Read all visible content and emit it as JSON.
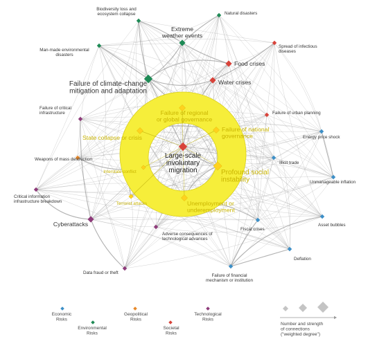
{
  "colors": {
    "economic": "#3d8fc7",
    "geopolitical": "#e8892a",
    "technological": "#8e3b7a",
    "environmental": "#1e8a55",
    "societal": "#d8433a",
    "highlight": "#ffd21f",
    "ring": "#f6ee3a",
    "edge": "#9a9a9a"
  },
  "nodes": [
    {
      "id": "biodiversity",
      "label": [
        "Biodiversity loss and",
        "ecosystem collapse"
      ],
      "cat": "environmental",
      "size": "sm"
    },
    {
      "id": "natural",
      "label": [
        "Natural disasters"
      ],
      "cat": "environmental",
      "size": "sm"
    },
    {
      "id": "extreme",
      "label": [
        "Extreme",
        "weather events"
      ],
      "cat": "environmental",
      "size": "md"
    },
    {
      "id": "manmade",
      "label": [
        "Man-made environmental",
        "disasters"
      ],
      "cat": "environmental",
      "size": "sm"
    },
    {
      "id": "infectious",
      "label": [
        "Spread of infectious",
        "diseases"
      ],
      "cat": "societal",
      "size": "sm"
    },
    {
      "id": "food",
      "label": [
        "Food crises"
      ],
      "cat": "societal",
      "size": "md"
    },
    {
      "id": "climate",
      "label": [
        "Failure of climate-change",
        "mitigation and adaptation"
      ],
      "cat": "environmental",
      "size": "lg"
    },
    {
      "id": "water",
      "label": [
        "Water crises"
      ],
      "cat": "societal",
      "size": "md"
    },
    {
      "id": "critinfra",
      "label": [
        "Failure of critical",
        "infrastructure"
      ],
      "cat": "technological",
      "size": "sm"
    },
    {
      "id": "urban",
      "label": [
        "Failure of urban planning"
      ],
      "cat": "societal",
      "size": "sm"
    },
    {
      "id": "regional",
      "label": [
        "Failure of regional",
        "or global governance"
      ],
      "cat": "geopolitical",
      "size": "md",
      "hl": true
    },
    {
      "id": "national",
      "label": [
        "Failure of national",
        "governance"
      ],
      "cat": "geopolitical",
      "size": "md",
      "hl": true
    },
    {
      "id": "energy",
      "label": [
        "Energy price shock"
      ],
      "cat": "economic",
      "size": "sm"
    },
    {
      "id": "statecollapse",
      "label": [
        "State collapse or crisis"
      ],
      "cat": "geopolitical",
      "size": "md",
      "hl": true
    },
    {
      "id": "wmd",
      "label": [
        "Weapons of mass destruction"
      ],
      "cat": "geopolitical",
      "size": "sm"
    },
    {
      "id": "migration",
      "label": [
        "Large-scale",
        "involuntary",
        "migration"
      ],
      "cat": "societal",
      "size": "lg"
    },
    {
      "id": "illicit",
      "label": [
        "Illicit trade"
      ],
      "cat": "economic",
      "size": "sm"
    },
    {
      "id": "interstate",
      "label": [
        "Interstate conflict"
      ],
      "cat": "geopolitical",
      "size": "sm",
      "hl": true
    },
    {
      "id": "instability",
      "label": [
        "Profound social",
        "instability"
      ],
      "cat": "societal",
      "size": "lg",
      "hl": true
    },
    {
      "id": "inflation",
      "label": [
        "Unmanageable inflation"
      ],
      "cat": "economic",
      "size": "sm"
    },
    {
      "id": "ciib",
      "label": [
        "Critical information",
        "infrastructure breakdown"
      ],
      "cat": "technological",
      "size": "sm"
    },
    {
      "id": "terrorist",
      "label": [
        "Terrorist attacks"
      ],
      "cat": "geopolitical",
      "size": "sm",
      "hl": true
    },
    {
      "id": "unemployment",
      "label": [
        "Unemployment or",
        "underemployment"
      ],
      "cat": "economic",
      "size": "md",
      "hl": true
    },
    {
      "id": "cyber",
      "label": [
        "Cyberattacks"
      ],
      "cat": "technological",
      "size": "md"
    },
    {
      "id": "fiscal",
      "label": [
        "Fiscal crises"
      ],
      "cat": "economic",
      "size": "sm"
    },
    {
      "id": "bubbles",
      "label": [
        "Asset bubbles"
      ],
      "cat": "economic",
      "size": "sm"
    },
    {
      "id": "adverse",
      "label": [
        "Adverse consequences of",
        "technological advances"
      ],
      "cat": "technological",
      "size": "sm"
    },
    {
      "id": "deflation",
      "label": [
        "Deflation"
      ],
      "cat": "economic",
      "size": "sm"
    },
    {
      "id": "fraud",
      "label": [
        "Data fraud or theft"
      ],
      "cat": "technological",
      "size": "sm"
    },
    {
      "id": "financial",
      "label": [
        "Failure of financial",
        "mechanism or institution"
      ],
      "cat": "economic",
      "size": "sm"
    }
  ],
  "legend": {
    "items": [
      {
        "label": [
          "Economic",
          "Risks"
        ],
        "cat": "economic"
      },
      {
        "label": [
          "Environmental",
          "Risks"
        ],
        "cat": "environmental"
      },
      {
        "label": [
          "Geopolitical",
          "Risks"
        ],
        "cat": "geopolitical"
      },
      {
        "label": [
          "Societal",
          "Risks"
        ],
        "cat": "societal"
      },
      {
        "label": [
          "Technological",
          "Risks"
        ],
        "cat": "technological"
      }
    ],
    "strength_label": [
      "Number and strength",
      "of connections",
      "(\"weighted degree\")"
    ]
  }
}
